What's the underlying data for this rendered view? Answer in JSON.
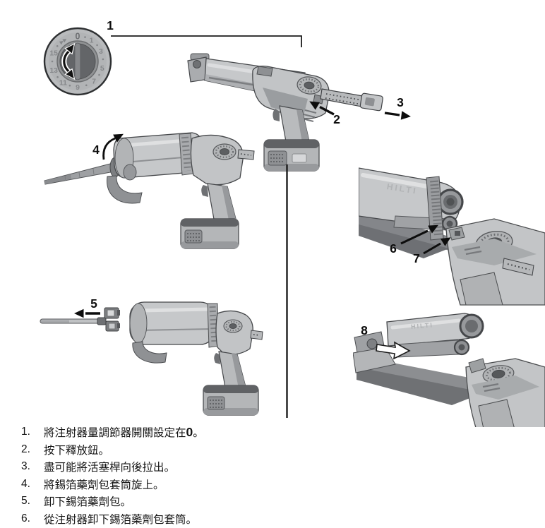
{
  "figures": {
    "dial_closeup": {
      "scale_labels": [
        "0",
        "1",
        "3",
        "5",
        "7",
        "9",
        "11",
        "13",
        "15"
      ],
      "max_symbol": "▶▶"
    },
    "embossed_logo": "HILTI"
  },
  "callouts": {
    "c1": "1",
    "c2": "2",
    "c3": "3",
    "c4": "4",
    "c5": "5",
    "c6": "6",
    "c7": "7",
    "c8": "8"
  },
  "steps": [
    {
      "num": "1.",
      "pre": "將注射器量調節器開關設定在",
      "em": "0",
      "post": "。"
    },
    {
      "num": "2.",
      "pre": "按下釋放鈕。",
      "em": "",
      "post": ""
    },
    {
      "num": "3.",
      "pre": "盡可能將活塞桿向後拉出。",
      "em": "",
      "post": ""
    },
    {
      "num": "4.",
      "pre": "將錫箔藥劑包套筒旋上。",
      "em": "",
      "post": ""
    },
    {
      "num": "5.",
      "pre": "卸下錫箔藥劑包。",
      "em": "",
      "post": ""
    },
    {
      "num": "6.",
      "pre": "從注射器卸下錫箔藥劑包套筒。",
      "em": "",
      "post": ""
    }
  ],
  "colors": {
    "background": "#ffffff",
    "tool_light": "#c6c8ca",
    "tool_mid": "#a9abae",
    "tool_dark": "#84868a",
    "tool_darker": "#5e6063",
    "line_black": "#141414"
  }
}
